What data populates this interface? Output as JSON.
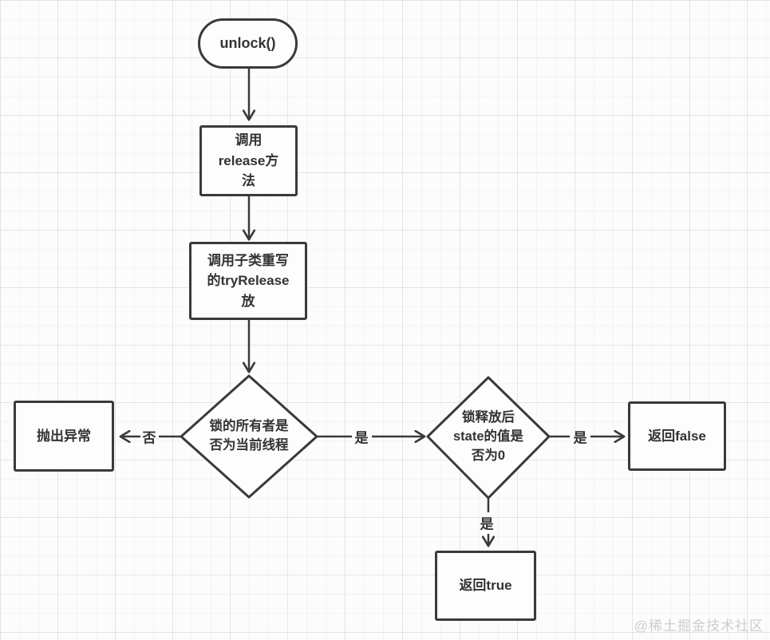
{
  "diagram": {
    "title": "unlock() flowchart",
    "nodes": {
      "start": {
        "label": "unlock()",
        "shape": "stadium"
      },
      "call_release": {
        "label": "调用\nrelease方\n法",
        "shape": "rect"
      },
      "try_release": {
        "label": "调用子类重写\n的tryRelease\n放",
        "shape": "rect"
      },
      "owner_check": {
        "label": "锁的所有者是\n否为当前线程",
        "shape": "diamond"
      },
      "throw_exception": {
        "label": "抛出异常",
        "shape": "rect"
      },
      "state_check": {
        "label": "锁释放后\nstate的值是\n否为0",
        "shape": "diamond"
      },
      "return_false": {
        "label": "返回false",
        "shape": "rect"
      },
      "return_true": {
        "label": "返回true",
        "shape": "rect"
      }
    },
    "edge_labels": {
      "owner_no": "否",
      "owner_yes": "是",
      "state_yes_right": "是",
      "state_yes_down": "是"
    },
    "colors": {
      "stroke": "#3a3a3a",
      "text": "#333333",
      "node_fill": "#fdfdfd",
      "watermark": "#cdcdcd"
    }
  },
  "watermark": "@稀土掘金技术社区"
}
